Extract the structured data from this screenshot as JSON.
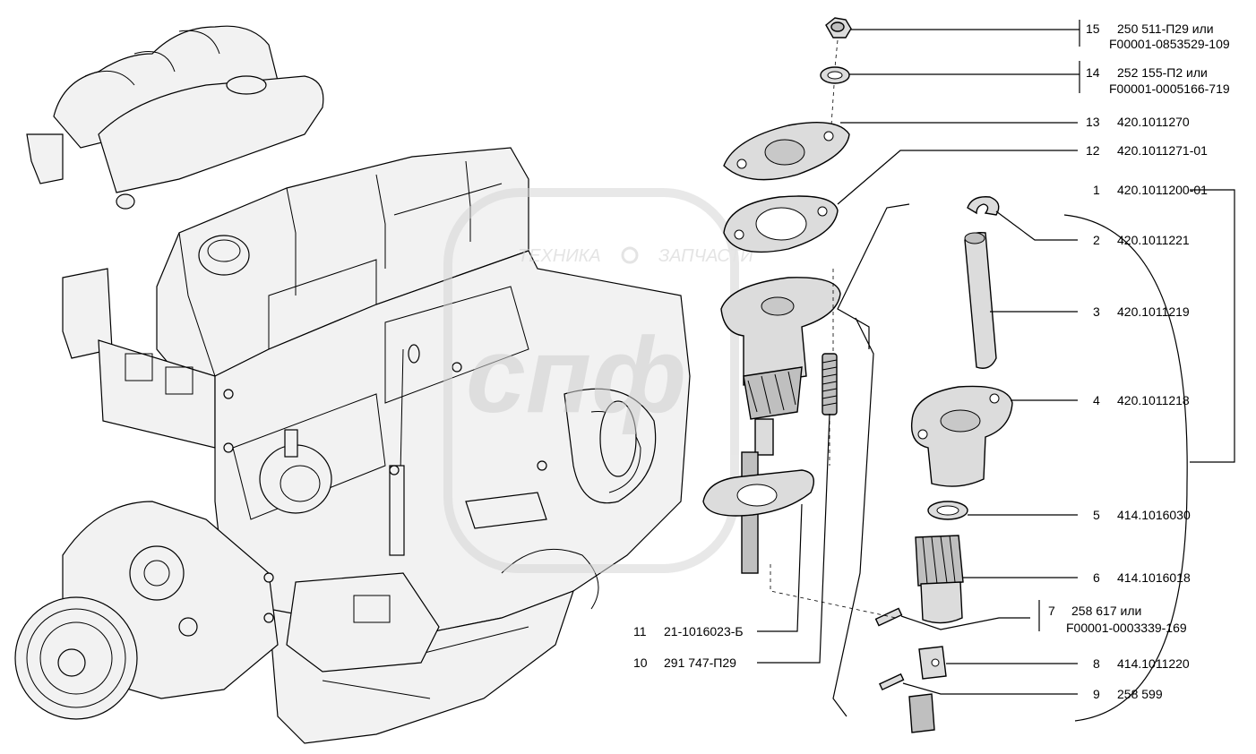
{
  "watermark": {
    "left_text": "ТЕХНИКА",
    "right_text": "ЗАПЧАСТИ",
    "logo_text": "спф"
  },
  "callouts": [
    {
      "num": "15",
      "code_line1": "250 511-П29 или",
      "code_line2": "F00001-0853529-109"
    },
    {
      "num": "14",
      "code_line1": "252 155-П2 или",
      "code_line2": "F00001-0005166-719"
    },
    {
      "num": "13",
      "code_line1": "420.1011270",
      "code_line2": ""
    },
    {
      "num": "12",
      "code_line1": "420.1011271-01",
      "code_line2": ""
    },
    {
      "num": "1",
      "code_line1": "420.1011200-01",
      "code_line2": ""
    },
    {
      "num": "2",
      "code_line1": "420.1011221",
      "code_line2": ""
    },
    {
      "num": "3",
      "code_line1": "420.1011219",
      "code_line2": ""
    },
    {
      "num": "4",
      "code_line1": "420.1011218",
      "code_line2": ""
    },
    {
      "num": "5",
      "code_line1": "414.1016030",
      "code_line2": ""
    },
    {
      "num": "6",
      "code_line1": "414.1016018",
      "code_line2": ""
    },
    {
      "num": "7",
      "code_line1": "258 617 или",
      "code_line2": "F00001-0003339-169"
    },
    {
      "num": "8",
      "code_line1": "414.1011220",
      "code_line2": ""
    },
    {
      "num": "9",
      "code_line1": "258 599",
      "code_line2": ""
    },
    {
      "num": "11",
      "code_line1": "21-1016023-Б",
      "code_line2": ""
    },
    {
      "num": "10",
      "code_line1": "291 747-П29",
      "code_line2": ""
    }
  ]
}
